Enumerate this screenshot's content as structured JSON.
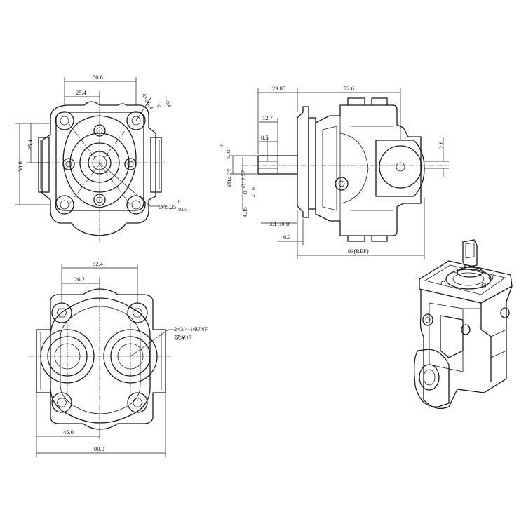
{
  "front_view": {
    "dim_width_outer": "50.8",
    "dim_width_half": "25.4",
    "dim_height_outer": "50.8",
    "dim_height_half": "25.4",
    "dim_holes": "4×φ6.4",
    "dim_holes_tol_upper": "+0.4",
    "dim_holes_tol_lower": "0",
    "dim_pilot": "Ø45.25",
    "dim_pilot_tol_upper": "0",
    "dim_pilot_tol_lower": "-0.05"
  },
  "side_view": {
    "dim_flange_to_shaft": "29.85",
    "dim_body_length": "72.6",
    "dim_shaft_length": "12.7",
    "dim_key_length": "8.5",
    "dim_shaft_diameter": "Ø14.27",
    "dim_shaft_tol_upper": "0",
    "dim_shaft_tol_lower": "-0.02",
    "dim_key_diameter": "Ø12.57",
    "dim_key_height": "4.35",
    "dim_key_tol_upper": "0",
    "dim_key_tol_lower": "-0.10",
    "dim_port_offset": "2.8",
    "dim_pilot_depth": "3.1",
    "dim_pilot_depth_tol": "±0.10",
    "dim_flange_thickness": "6.3",
    "dim_overall_length": "93(REF)"
  },
  "rear_view": {
    "dim_port_spacing": "52.4",
    "dim_port_half": "26.2",
    "dim_center": "45.0",
    "dim_overall_width": "90.0",
    "port_note_line1": "2×3/4-16UNF",
    "port_note_line2": "攻深17"
  }
}
